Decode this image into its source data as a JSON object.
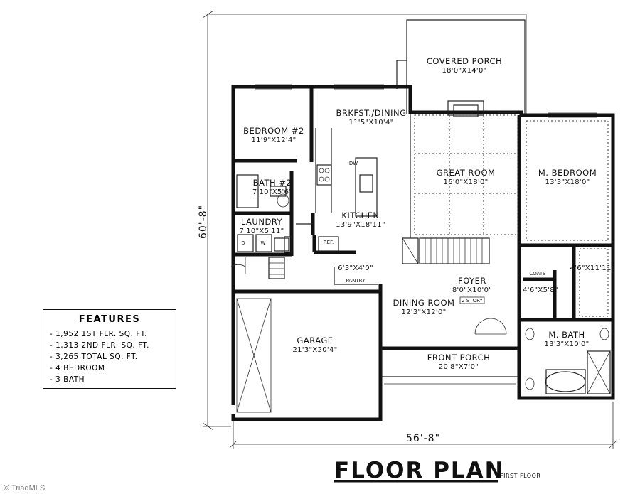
{
  "rooms": {
    "covered_porch": {
      "name": "COVERED PORCH",
      "dim": "18'0\"X14'0\""
    },
    "brkfst": {
      "name": "BRKFST./DINING",
      "dim": "11'5\"X10'4\""
    },
    "bedroom2": {
      "name": "BEDROOM #2",
      "dim": "11'9\"X12'4\""
    },
    "great_room": {
      "name": "GREAT ROOM",
      "dim": "16'0\"X18'0\""
    },
    "m_bedroom": {
      "name": "M. BEDROOM",
      "dim": "13'3\"X18'0\""
    },
    "bath2": {
      "name": "BATH #2",
      "dim": "7'10\"X5'6\""
    },
    "laundry": {
      "name": "LAUNDRY",
      "dim": "7'10\"X5'11\""
    },
    "kitchen": {
      "name": "KITCHEN",
      "dim": "13'9\"X18'11\""
    },
    "pantry": {
      "name": "PANTRY",
      "dim": "6'3\"X4'0\""
    },
    "foyer": {
      "name": "FOYER",
      "dim": "8'0\"X10'0\"",
      "note": "2 STORY"
    },
    "dining": {
      "name": "DINING ROOM",
      "dim": "12'3\"X12'0\""
    },
    "garage": {
      "name": "GARAGE",
      "dim": "21'3\"X20'4\""
    },
    "front_porch": {
      "name": "FRONT PORCH",
      "dim": "20'8\"X7'0\""
    },
    "m_bath": {
      "name": "M. BATH",
      "dim": "13'3\"X10'0\""
    },
    "closet1": {
      "dim": "4'6\"X11'11\""
    },
    "closet2": {
      "dim": "4'6\"X5'8\""
    }
  },
  "small_labels": {
    "ref": "REF.",
    "coats": "COATS",
    "pantry": "PANTRY",
    "dw": "DW",
    "d": "D",
    "w": "W"
  },
  "dimensions": {
    "overall_width": "56'-8\"",
    "overall_depth": "60'-8\""
  },
  "features": {
    "title": "FEATURES",
    "items": [
      "- 1,952 1ST FLR. SQ. FT.",
      "- 1,313 2ND FLR. SQ. FT.",
      "- 3,265 TOTAL SQ. FT.",
      "- 4 BEDROOM",
      "- 3 BATH"
    ]
  },
  "title": {
    "main": "FLOOR PLAN",
    "sub": "FIRST FLOOR"
  },
  "watermark": "© TriadMLS"
}
